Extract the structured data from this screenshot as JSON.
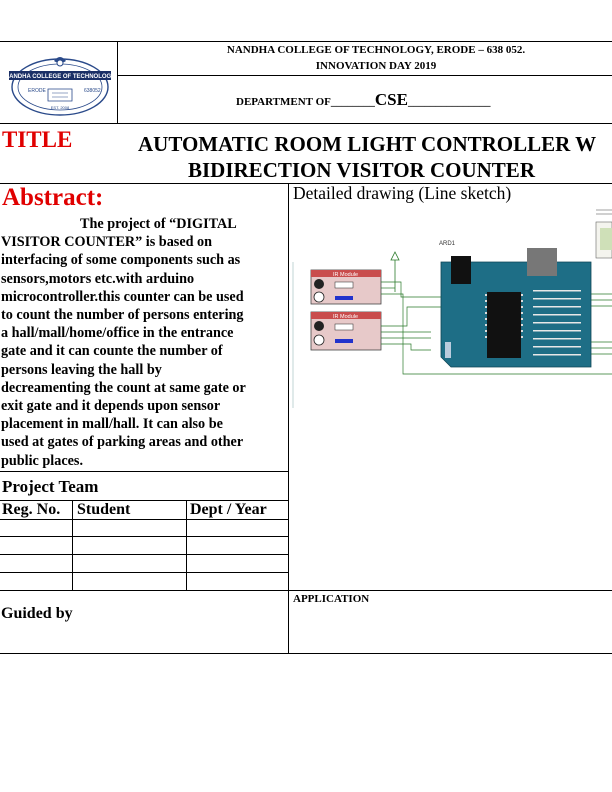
{
  "header": {
    "college": "NANDHA COLLEGE OF TECHNOLOGY, ERODE – 638 052.",
    "event": "INNOVATION DAY 2019",
    "dept_prefix": "DEPARTMENT OF",
    "dept_blank_left": "________",
    "dept_value": "CSE",
    "dept_blank_right": "_______________",
    "logo_banner": "NANDHA COLLEGE OF TECHNOLOGY"
  },
  "title": {
    "label": "TITLE",
    "line1": "AUTOMATIC ROOM LIGHT CONTROLLER W",
    "line2": "BIDIRECTION VISITOR COUNTER"
  },
  "abstract": {
    "heading": "Abstract:",
    "lines": [
      "The project of “DIGITAL",
      "VISITOR COUNTER” is based on",
      "interfacing of some components such as",
      "sensors,motors etc.with arduino",
      "microcontroller.this counter can be used",
      "to count the number of persons entering",
      "a hall/mall/home/office in the entrance",
      "gate and it can counte the number of",
      "persons leaving the hall by",
      "decreamenting the count at same gate or",
      "exit gate and it depends upon sensor",
      "placement in mall/hall. It can also be",
      "used at gates of parking areas and other",
      "public places."
    ]
  },
  "drawing": {
    "caption": "Detailed drawing (Line sketch)",
    "module1_label": "IR Module",
    "module2_label": "IR Module",
    "board_label": "ARD1"
  },
  "team": {
    "heading": "Project  Team",
    "columns": [
      "Reg. No.",
      "Student",
      "Dept / Year"
    ]
  },
  "guided": {
    "label": "Guided by"
  },
  "application": {
    "label": "APPLICATION"
  },
  "colors": {
    "red": "#e00000",
    "board": "#1e6e86",
    "module": "#e7c9c9"
  }
}
